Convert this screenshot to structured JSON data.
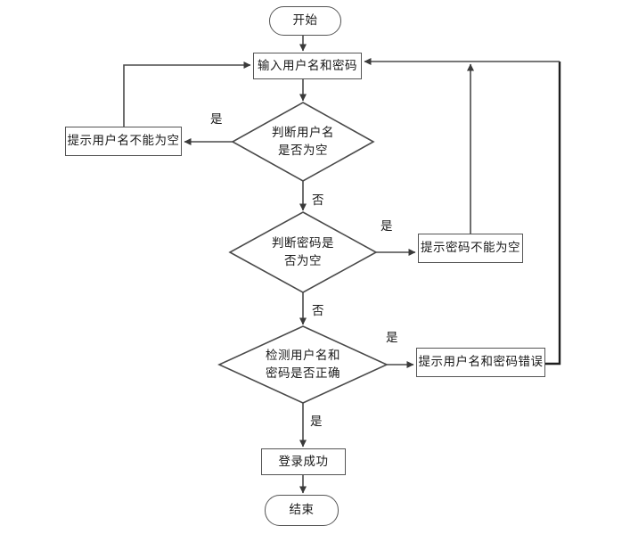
{
  "flowchart": {
    "nodes": {
      "start": {
        "label": "开始",
        "shape": "terminator"
      },
      "input_credentials": {
        "label": "输入用户名和密码",
        "shape": "process"
      },
      "check_username_empty": {
        "line1": "判断用户名",
        "line2": "是否为空",
        "shape": "decision"
      },
      "prompt_username_empty": {
        "label": "提示用户名不能为空",
        "shape": "process"
      },
      "check_password_empty": {
        "line1": "判断密码是",
        "line2": "否为空",
        "shape": "decision"
      },
      "prompt_password_empty": {
        "label": "提示密码不能为空",
        "shape": "process"
      },
      "check_credentials_correct": {
        "line1": "检测用户名和",
        "line2": "密码是否正确",
        "shape": "decision"
      },
      "prompt_credentials_wrong": {
        "label": "提示用户名和密码错误",
        "shape": "process"
      },
      "login_success": {
        "label": "登录成功",
        "shape": "process"
      },
      "end": {
        "label": "结束",
        "shape": "terminator"
      }
    },
    "edge_labels": {
      "username_empty_yes": "是",
      "username_empty_no": "否",
      "password_empty_yes": "是",
      "password_empty_no": "否",
      "credentials_wrong_yes": "是",
      "credentials_correct_yes": "是"
    },
    "colors": {
      "line": "#4a4a4a",
      "feedback_line_bold": "#1f1f1f",
      "node_border": "#555555",
      "node_fill": "#ffffff",
      "text": "#1a1a1a",
      "background": "#ffffff"
    }
  }
}
